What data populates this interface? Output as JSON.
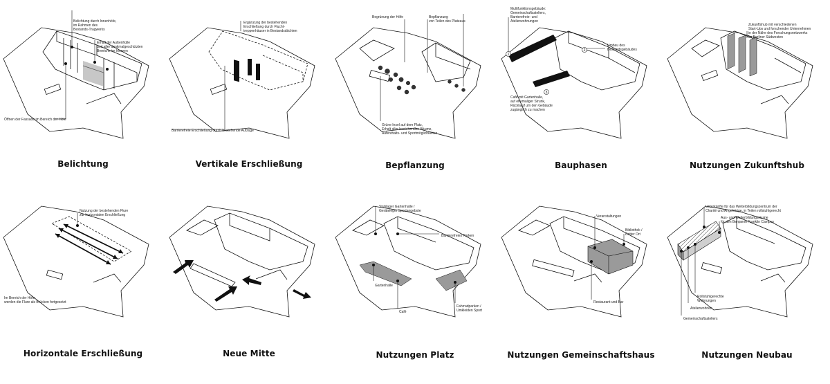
{
  "panels": [
    {
      "title": "Belichtung",
      "annotations": [
        "Belichtung durch Innenhöfe,\nim Rahmen des\nBestands-Tragwerks",
        "Erhalt der Außenhülle\nund aller denkmalgeschützten\nBereiche im Inneren",
        "Öffnen der Fassade im Bereich der Höfe"
      ]
    },
    {
      "title": "Vertikale Erschließung",
      "annotations": [
        "Ergänzung der bestehenden\nErschließung durch Flucht-\ntreppenhäuser in Bestandsdächten",
        "Barrierefreie Erschließung durch bestehende Aufzüge"
      ]
    },
    {
      "title": "Bepflanzung",
      "annotations": [
        "Begrünung der Höfe",
        "Bepflanzung\nvon Teilen des Plateaus",
        "Grüne Insel auf dem Platz,\nErhalt aller bestehenden Bäume,\nAufenthalts- und Sportmöglichkeiten"
      ]
    },
    {
      "title": "Bauphasen",
      "annotations": [
        "Multifunktionsgebäude:\nGemeinschaftsateliers,\nBarrierefreie- und\nAtelierwohnungen",
        "Umbau des\nBestandsgebäudes",
        "Café mit Gartenhalle,\nauf ehemaliger Strunk,\nRückkauf um den Gebäude\nzugänglich zu machen"
      ],
      "markers": [
        "1",
        "2",
        "3"
      ]
    },
    {
      "title": "Nutzungen Zukunftshub",
      "annotations": [
        "Zukunftshub mit verschiedenen\nStart-Ups und forschender Unternehmen\nin der Nähe des Forschungsnetzwerks\nim Berliner Südwesten"
      ]
    },
    {
      "title": "Horizontale Erschließung",
      "annotations": [
        "Nutzung der bestehenden Flure\nzur horizontalen Erschließung",
        "Im Bereich der Höfe\nwerden die Flure als Brücken fortgesetzt"
      ]
    },
    {
      "title": "Neue Mitte",
      "annotations": []
    },
    {
      "title": "Nutzungen Platz",
      "annotations": [
        "Stuhlager Gartenhalle /\nGeräteleger Sportangebote",
        "Barrierefreies Parken",
        "Gartenhalle",
        "Café",
        "Fahrradparken /\nUmkleiden Sport"
      ]
    },
    {
      "title": "Nutzungen Gemeinschaftshaus",
      "annotations": [
        "Veranstaltungen",
        "Bibliothek /\nDritter Ort",
        "Restaurant und Bar"
      ]
    },
    {
      "title": "Nutzungen Neubau",
      "annotations": [
        "Unterkünfte für das Weiterbildungszentrum der\nCharité und Angehörige, in Teilen rollstuhlgerecht",
        "Aus- und Weiterbildungsräume\nfür den Benjamin Franklin Campus",
        "Rollstuhlgerechte\nWohnungen",
        "Atelierwohnen",
        "Gemeinschaftsateliers"
      ]
    }
  ]
}
